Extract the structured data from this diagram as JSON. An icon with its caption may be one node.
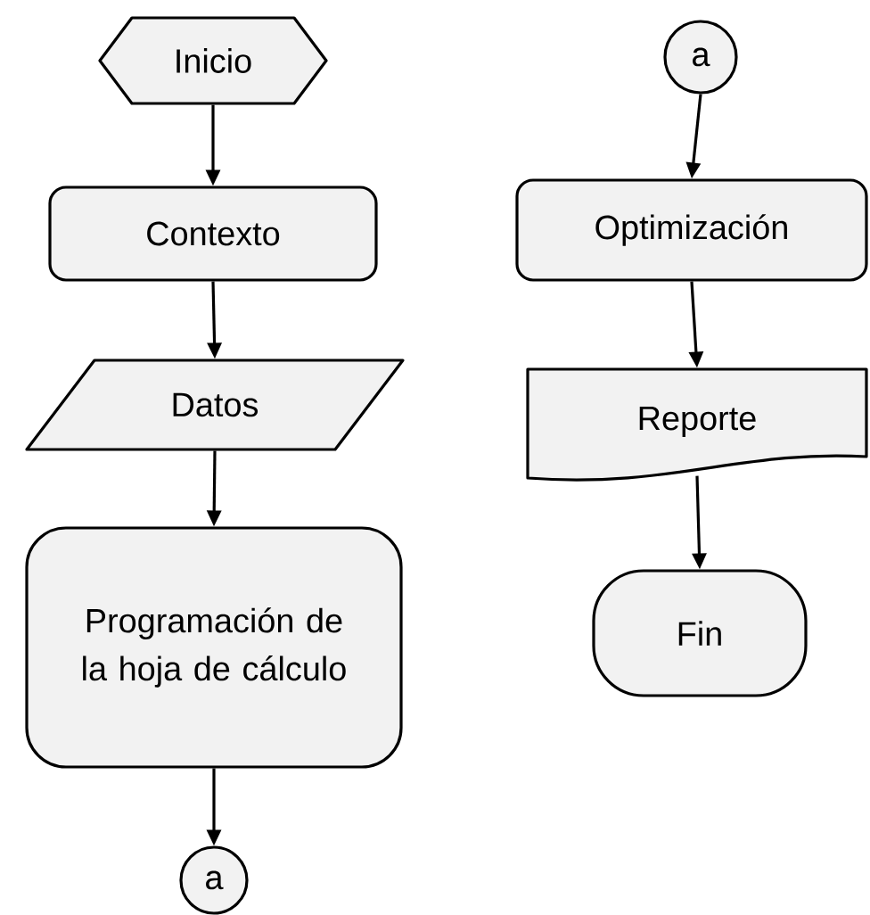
{
  "diagram": {
    "nodes": [
      {
        "text": [
          "Inicio"
        ]
      },
      {
        "text": [
          "Contexto"
        ]
      },
      {
        "text": [
          "Datos"
        ]
      },
      {
        "text": [
          "Programación de la hoja de cálculo"
        ]
      },
      {
        "text": [
          "a"
        ]
      },
      {
        "text": [
          "a"
        ]
      },
      {
        "text": [
          "Optimización"
        ]
      },
      {
        "text": [
          "Reporte"
        ]
      },
      {
        "text": [
          "Fin"
        ]
      }
    ],
    "edges": [
      {
        "from": 0,
        "to": 1,
        "arrow": "to"
      },
      {
        "from": 1,
        "to": 2,
        "arrow": "to"
      },
      {
        "from": 2,
        "to": 3,
        "arrow": "to"
      },
      {
        "from": 3,
        "to": 4,
        "arrow": "to"
      },
      {
        "from": 5,
        "to": 6,
        "arrow": "to"
      },
      {
        "from": 6,
        "to": 7,
        "arrow": "to"
      },
      {
        "from": 7,
        "to": 8,
        "arrow": "to"
      }
    ]
  }
}
